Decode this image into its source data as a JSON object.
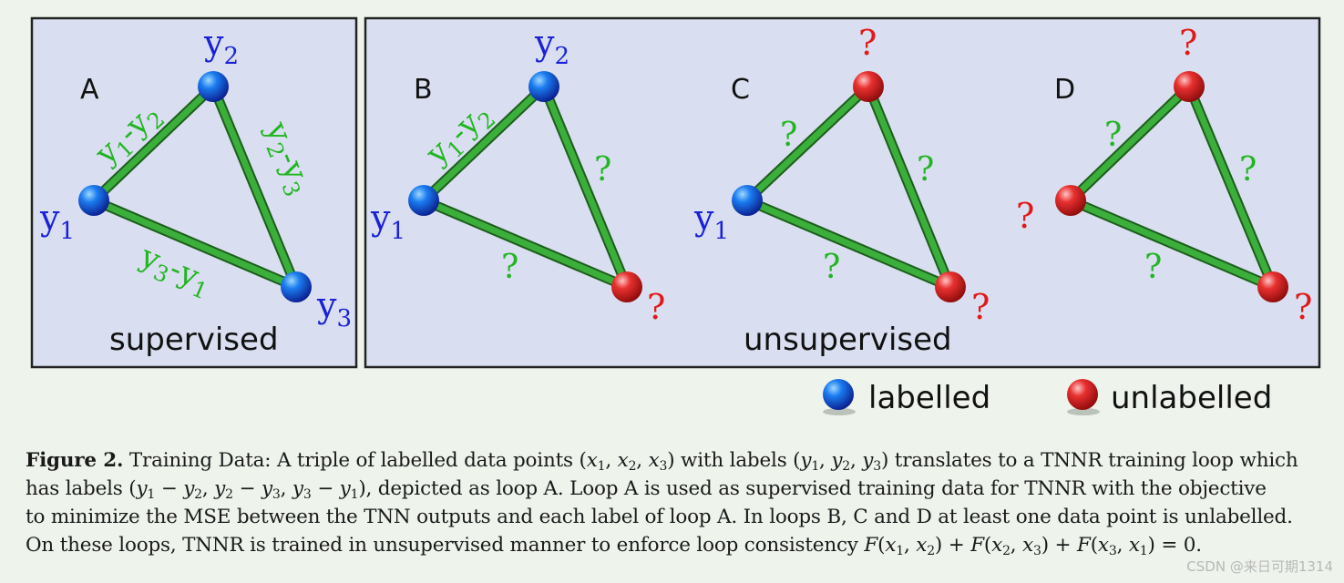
{
  "panels": {
    "A": {
      "letter": "A",
      "title": "supervised"
    },
    "B": {
      "letter": "B"
    },
    "C": {
      "letter": "C"
    },
    "D": {
      "letter": "D"
    },
    "unsupervised_title": "unsupervised"
  },
  "labels": {
    "y": "y",
    "sub1": "1",
    "sub2": "2",
    "sub3": "3",
    "dash": "-",
    "question": "?"
  },
  "legend": {
    "labelled": "labelled",
    "unlabelled": "unlabelled"
  },
  "colors": {
    "labelled_node": "#1b3ff0",
    "unlabelled_node": "#e52222",
    "edge": "#2fa82f",
    "label_blue": "#1a22d8",
    "label_green": "#22b522",
    "label_red": "#e01818",
    "panel_fill": "#d9dff0"
  },
  "caption": {
    "figure_label": "Figure 2.",
    "line1_a": " Training Data: A triple of labelled data points (",
    "line1_b": ") with labels (",
    "line1_c": ") translates to a TNNR training loop which",
    "line2_a": "has labels (",
    "line2_b": "), depicted as loop A. Loop A is used as supervised training data for TNNR with the objective",
    "line3": "to minimize the MSE between the TNN outputs and each label of loop A. In loops B, C and D at least one data point is unlabelled.",
    "line4_a": "On these loops, TNNR is trained in unsupervised manner to enforce loop consistency ",
    "line4_b": " = 0."
  },
  "watermark": "CSDN @来日可期1314"
}
